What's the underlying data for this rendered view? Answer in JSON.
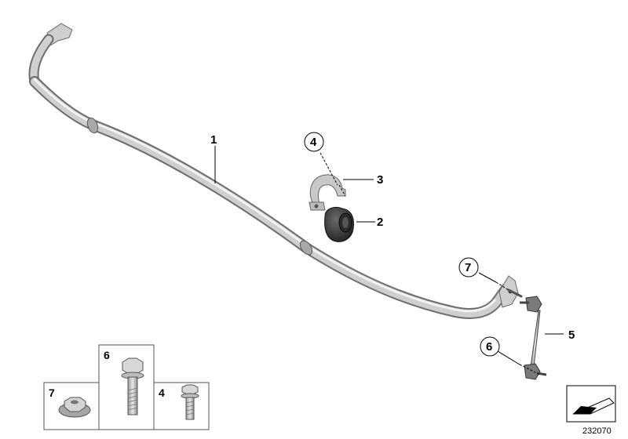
{
  "callouts": {
    "c1": "1",
    "c2": "2",
    "c3": "3",
    "c4": "4",
    "c5": "5",
    "c6": "6",
    "c7": "7"
  },
  "inset_boxes": {
    "box7": "7",
    "box6": "6",
    "box4": "4"
  },
  "diagram_code": "232070",
  "colors": {
    "part_light": "#dcdcdc",
    "part_mid": "#b8b8b8",
    "part_dark": "#7a7a7a",
    "rubber": "#3a3a3a",
    "outline": "#555555"
  }
}
